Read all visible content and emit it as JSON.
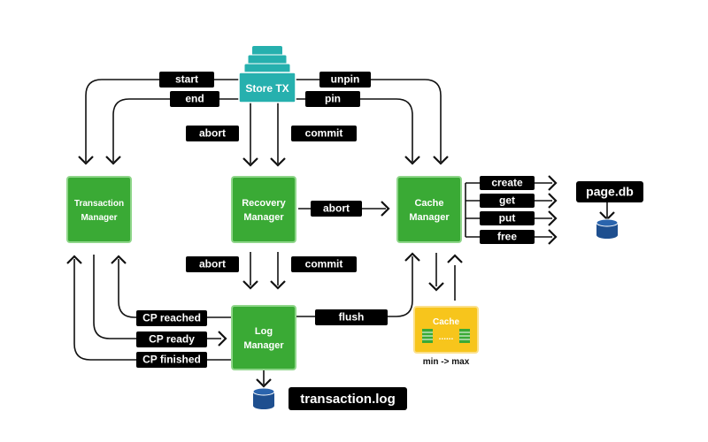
{
  "store_tx": {
    "label": "Store TX"
  },
  "components": {
    "transaction_manager": {
      "line1": "Transaction",
      "line2": "Manager"
    },
    "recovery_manager": {
      "line1": "Recovery",
      "line2": "Manager"
    },
    "cache_manager": {
      "line1": "Cache",
      "line2": "Manager"
    },
    "log_manager": {
      "line1": "Log",
      "line2": "Manager"
    }
  },
  "labels": {
    "start": "start",
    "end": "end",
    "unpin": "unpin",
    "pin": "pin",
    "abort_top": "abort",
    "commit_top": "commit",
    "abort_mid": "abort",
    "abort_bottom": "abort",
    "commit_bottom": "commit",
    "create": "create",
    "get": "get",
    "put": "put",
    "free": "free",
    "flush": "flush",
    "cp_reached": "CP reached",
    "cp_ready": "CP ready",
    "cp_finished": "CP finished"
  },
  "cache": {
    "title": "Cache",
    "dots": "......",
    "range": "min -> max"
  },
  "storage": {
    "page_db": "page.db",
    "transaction_log": "transaction.log"
  },
  "colors": {
    "green": "#3aaa35",
    "teal": "#26b0ae",
    "yellow": "#f7c51c",
    "black": "#000000",
    "db_blue": "#1e4f8f"
  }
}
